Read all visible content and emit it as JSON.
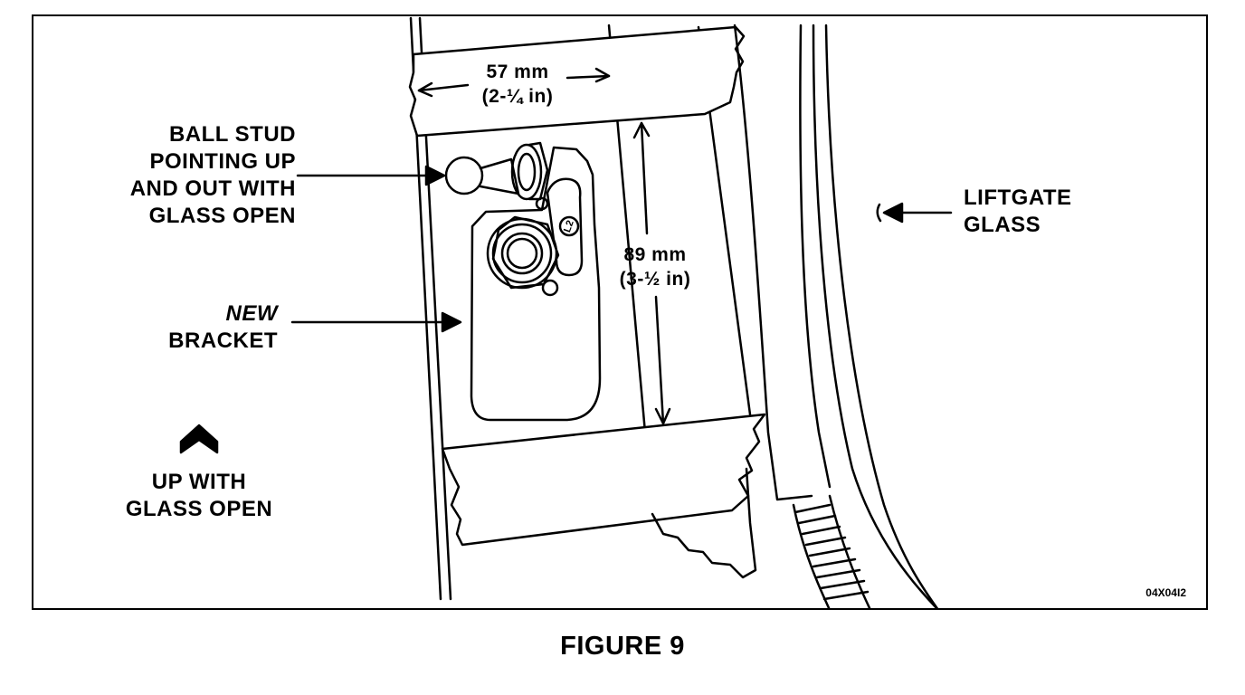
{
  "labels": {
    "ball_stud": [
      "BALL STUD",
      "POINTING UP",
      "AND OUT WITH",
      "GLASS OPEN"
    ],
    "new_bracket": {
      "italic": "NEW",
      "text": "BRACKET"
    },
    "up_with_glass_open": [
      "UP WITH",
      "GLASS OPEN"
    ],
    "liftgate_glass": [
      "LIFTGATE",
      "GLASS"
    ]
  },
  "dimensions": {
    "width": {
      "metric": "57  mm",
      "imperial": "(2-¼  in)"
    },
    "height": {
      "metric": "89  mm",
      "imperial": "(3-½  in)"
    }
  },
  "bracket_marking": "L2",
  "figure_id": "04X04I2",
  "caption": "FIGURE 9"
}
